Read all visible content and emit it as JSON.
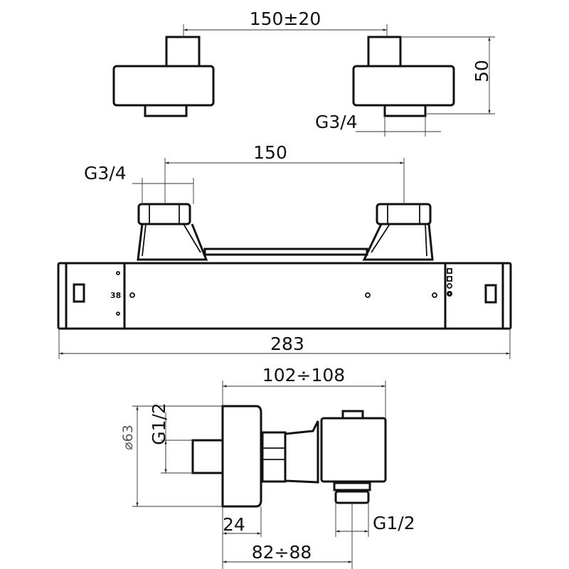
{
  "top_view": {
    "spacing": "150±20",
    "height": "50",
    "thread": "G3/4"
  },
  "front_view": {
    "spacing": "150",
    "thread": "G3/4",
    "length": "283",
    "scale_mark": "38"
  },
  "side_view": {
    "depth": "102÷108",
    "inlet_thread": "G1/2",
    "diameter": "⌀63",
    "escutcheon": "24",
    "wall_distance": "82÷88",
    "outlet_thread": "G1/2"
  }
}
